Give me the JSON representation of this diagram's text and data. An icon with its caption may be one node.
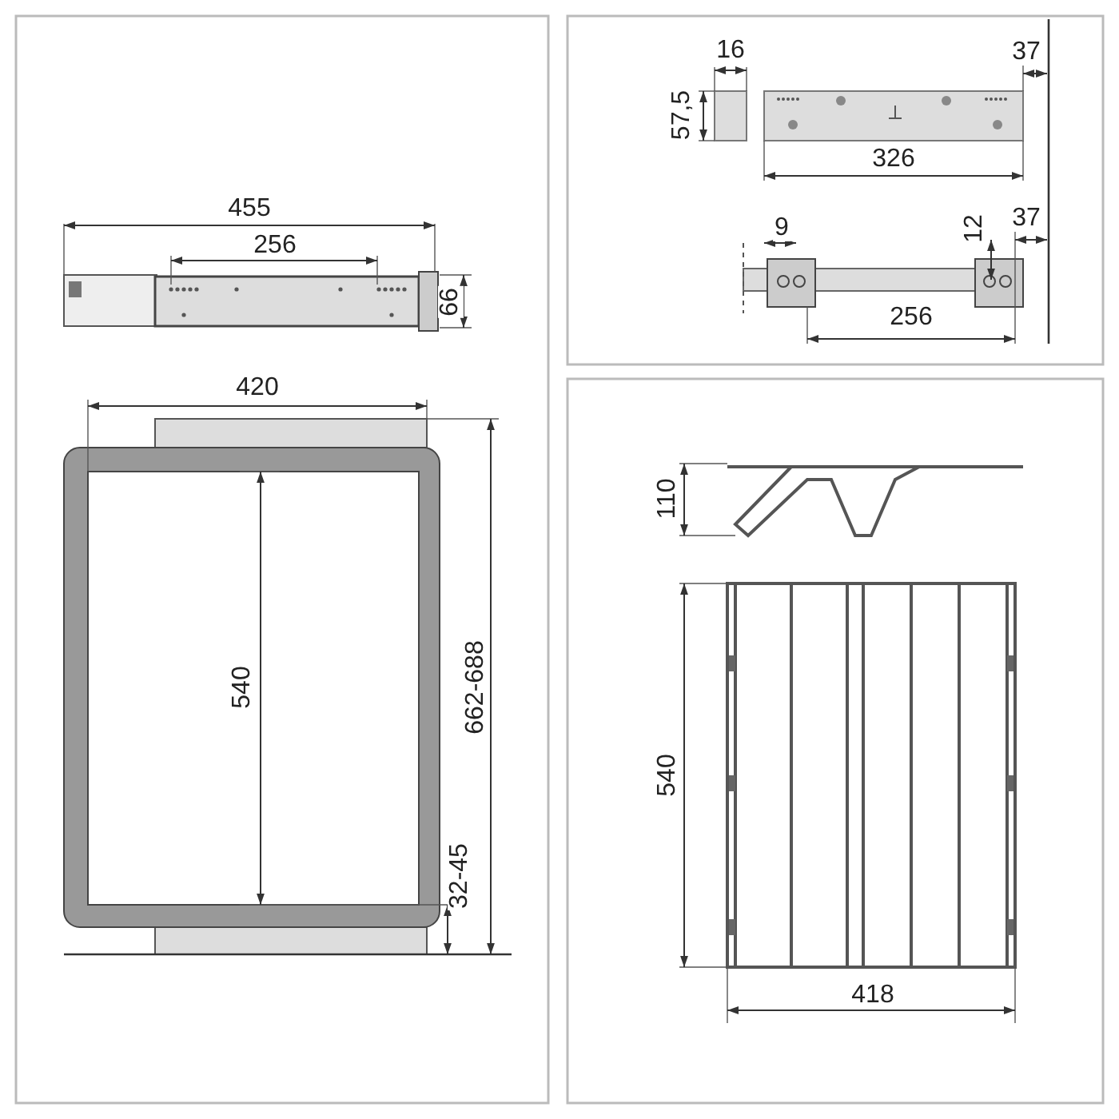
{
  "diagram": {
    "labels": [
      "455",
      "256",
      "66",
      "420",
      "540",
      "662-688",
      "32-45",
      "16",
      "57,5",
      "37",
      "326",
      "9",
      "12",
      "37",
      "256",
      "110",
      "540",
      "418"
    ]
  }
}
